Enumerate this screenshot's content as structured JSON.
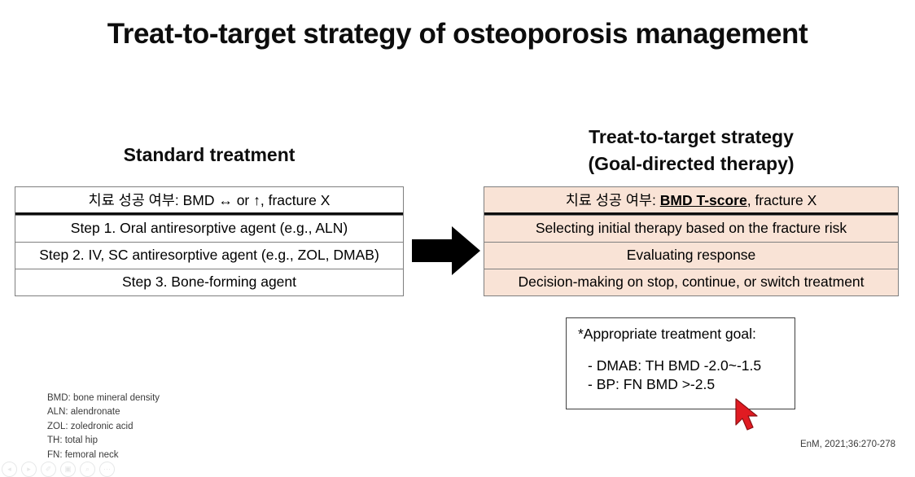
{
  "slide": {
    "title": "Treat-to-target strategy of osteoporosis management",
    "background_color": "#ffffff"
  },
  "left_column": {
    "heading": "Standard treatment",
    "table": {
      "fill_color": "#ffffff",
      "border_color": "#7f7f7f",
      "header": "치료 성공 여부: BMD ↔ or ↑, fracture X",
      "rows": [
        "Step 1. Oral antiresorptive agent (e.g., ALN)",
        "Step 2. IV, SC antiresorptive agent (e.g., ZOL, DMAB)",
        "Step 3. Bone-forming agent"
      ]
    }
  },
  "arrow": {
    "icon": "right-arrow-icon",
    "color": "#000000"
  },
  "right_column": {
    "heading_line1": "Treat-to-target strategy",
    "heading_line2": "(Goal-directed therapy)",
    "table": {
      "fill_color": "#f9e3d6",
      "border_color": "#7f7f7f",
      "header_prefix": "치료 성공 여부: ",
      "header_highlight": "BMD T-score",
      "header_suffix": ", fracture X",
      "rows": [
        "Selecting initial therapy based on the fracture risk",
        "Evaluating response",
        "Decision-making on stop, continue, or switch treatment"
      ]
    }
  },
  "goal_box": {
    "title": "*Appropriate treatment goal:",
    "items": [
      "- DMAB: TH BMD -2.0~-1.5",
      "- BP: FN BMD >-2.5"
    ]
  },
  "cursor": {
    "icon": "mouse-pointer-icon",
    "color": "#e01b22"
  },
  "abbreviations": [
    "BMD: bone mineral density",
    "ALN: alendronate",
    "ZOL: zoledronic acid",
    "TH: total hip",
    "FN: femoral neck"
  ],
  "citation": "EnM, 2021;36:270-278",
  "player_toolbar": {
    "buttons": [
      {
        "icon": "previous-icon",
        "glyph": "◂"
      },
      {
        "icon": "play-icon",
        "glyph": "▸"
      },
      {
        "icon": "pen-icon",
        "glyph": "✐"
      },
      {
        "icon": "save-icon",
        "glyph": "▣"
      },
      {
        "icon": "zoom-icon",
        "glyph": "⌕"
      },
      {
        "icon": "more-options-icon",
        "glyph": "⋯"
      }
    ]
  }
}
